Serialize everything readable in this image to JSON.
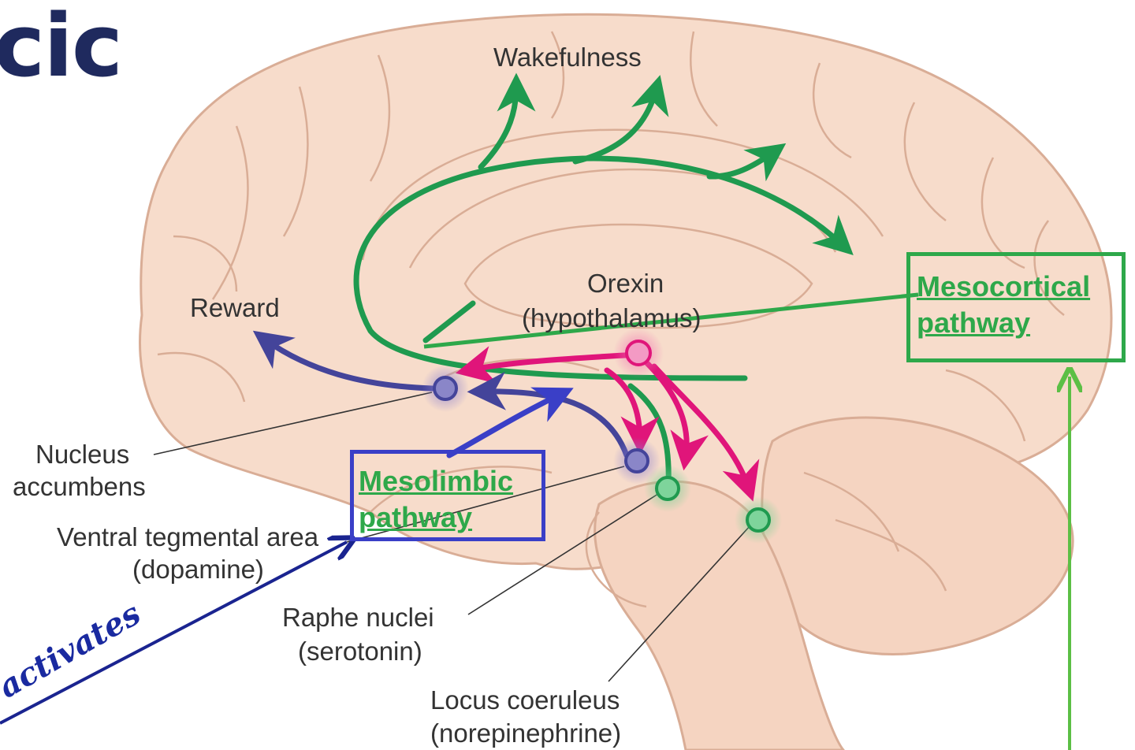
{
  "title_fragment": "cic",
  "labels": {
    "wakefulness": "Wakefulness",
    "orexin": "Orexin",
    "hypothalamus": "(hypothalamus)",
    "reward": "Reward",
    "nucleus": "Nucleus",
    "accumbens": "accumbens",
    "vta": "Ventral tegmental area",
    "dopamine": "(dopamine)",
    "raphe": "Raphe nuclei",
    "serotonin": "(serotonin)",
    "locus": "Locus coeruleus",
    "norepinephrine": "(norepinephrine)"
  },
  "annotations": {
    "mesocortical_line1": "Mesocortical",
    "mesocortical_line2": "pathway",
    "mesolimbic_line1": "Mesolimbic",
    "mesolimbic_line2": "pathway",
    "handwritten": "activates"
  },
  "colors": {
    "brain_fill": "#f7dccb",
    "brain_outline": "#d9ad96",
    "orexin_green": "#1f9a4f",
    "dopamine_purple": "#44449a",
    "orexin_pink": "#e0157a",
    "annotation_green": "#2ea84a",
    "annotation_blue": "#3a3fc7",
    "title_navy": "#1f2a5e"
  }
}
